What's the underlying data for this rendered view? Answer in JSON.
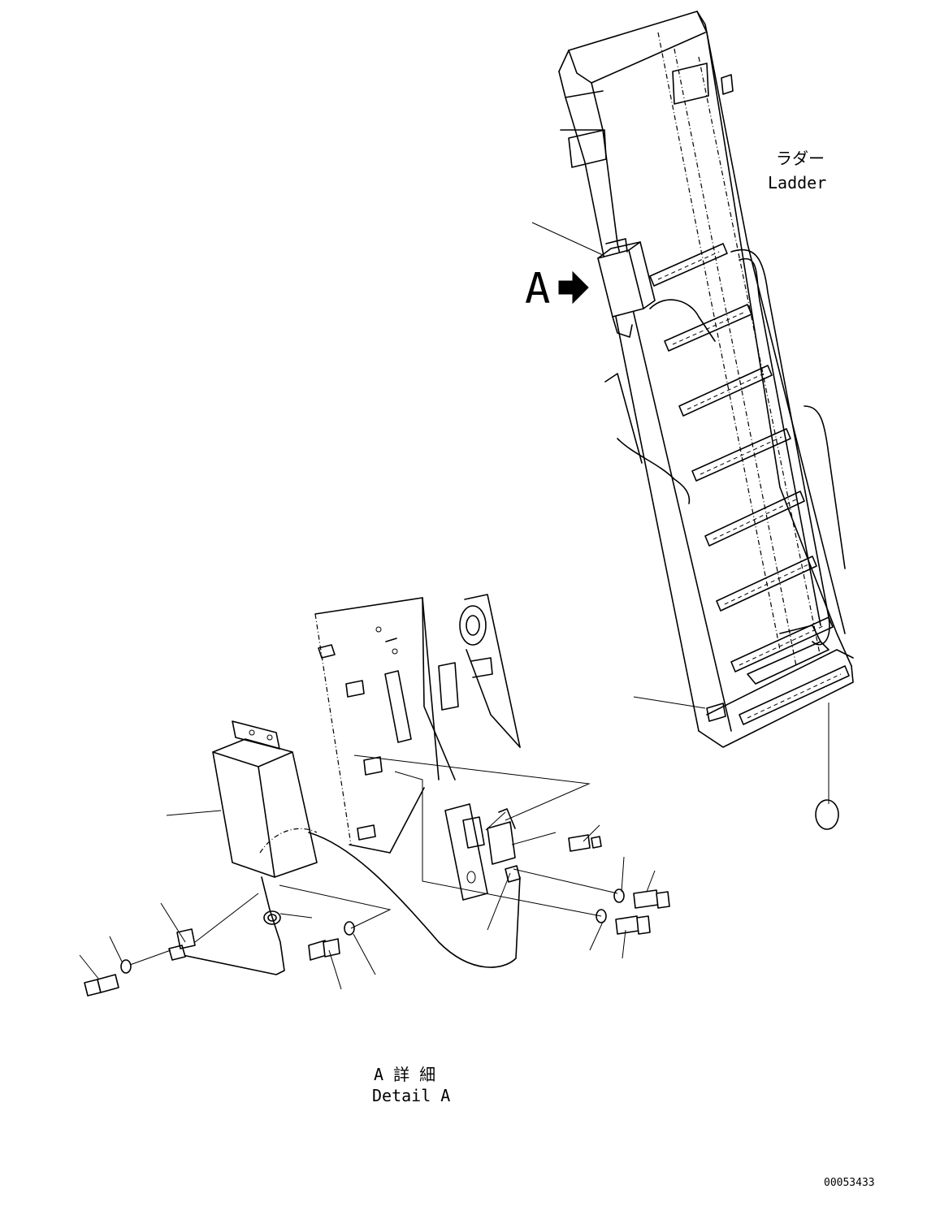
{
  "labels": {
    "ladder_jp": "ラダー",
    "ladder_en": "Ladder",
    "view_marker": "A",
    "detail_jp": "A 詳 細",
    "detail_en": "Detail A",
    "drawing_number": "00053433"
  },
  "icons": {
    "view_arrow": "view-direction-arrow-icon"
  },
  "colors": {
    "line": "#000000",
    "background": "#ffffff"
  }
}
